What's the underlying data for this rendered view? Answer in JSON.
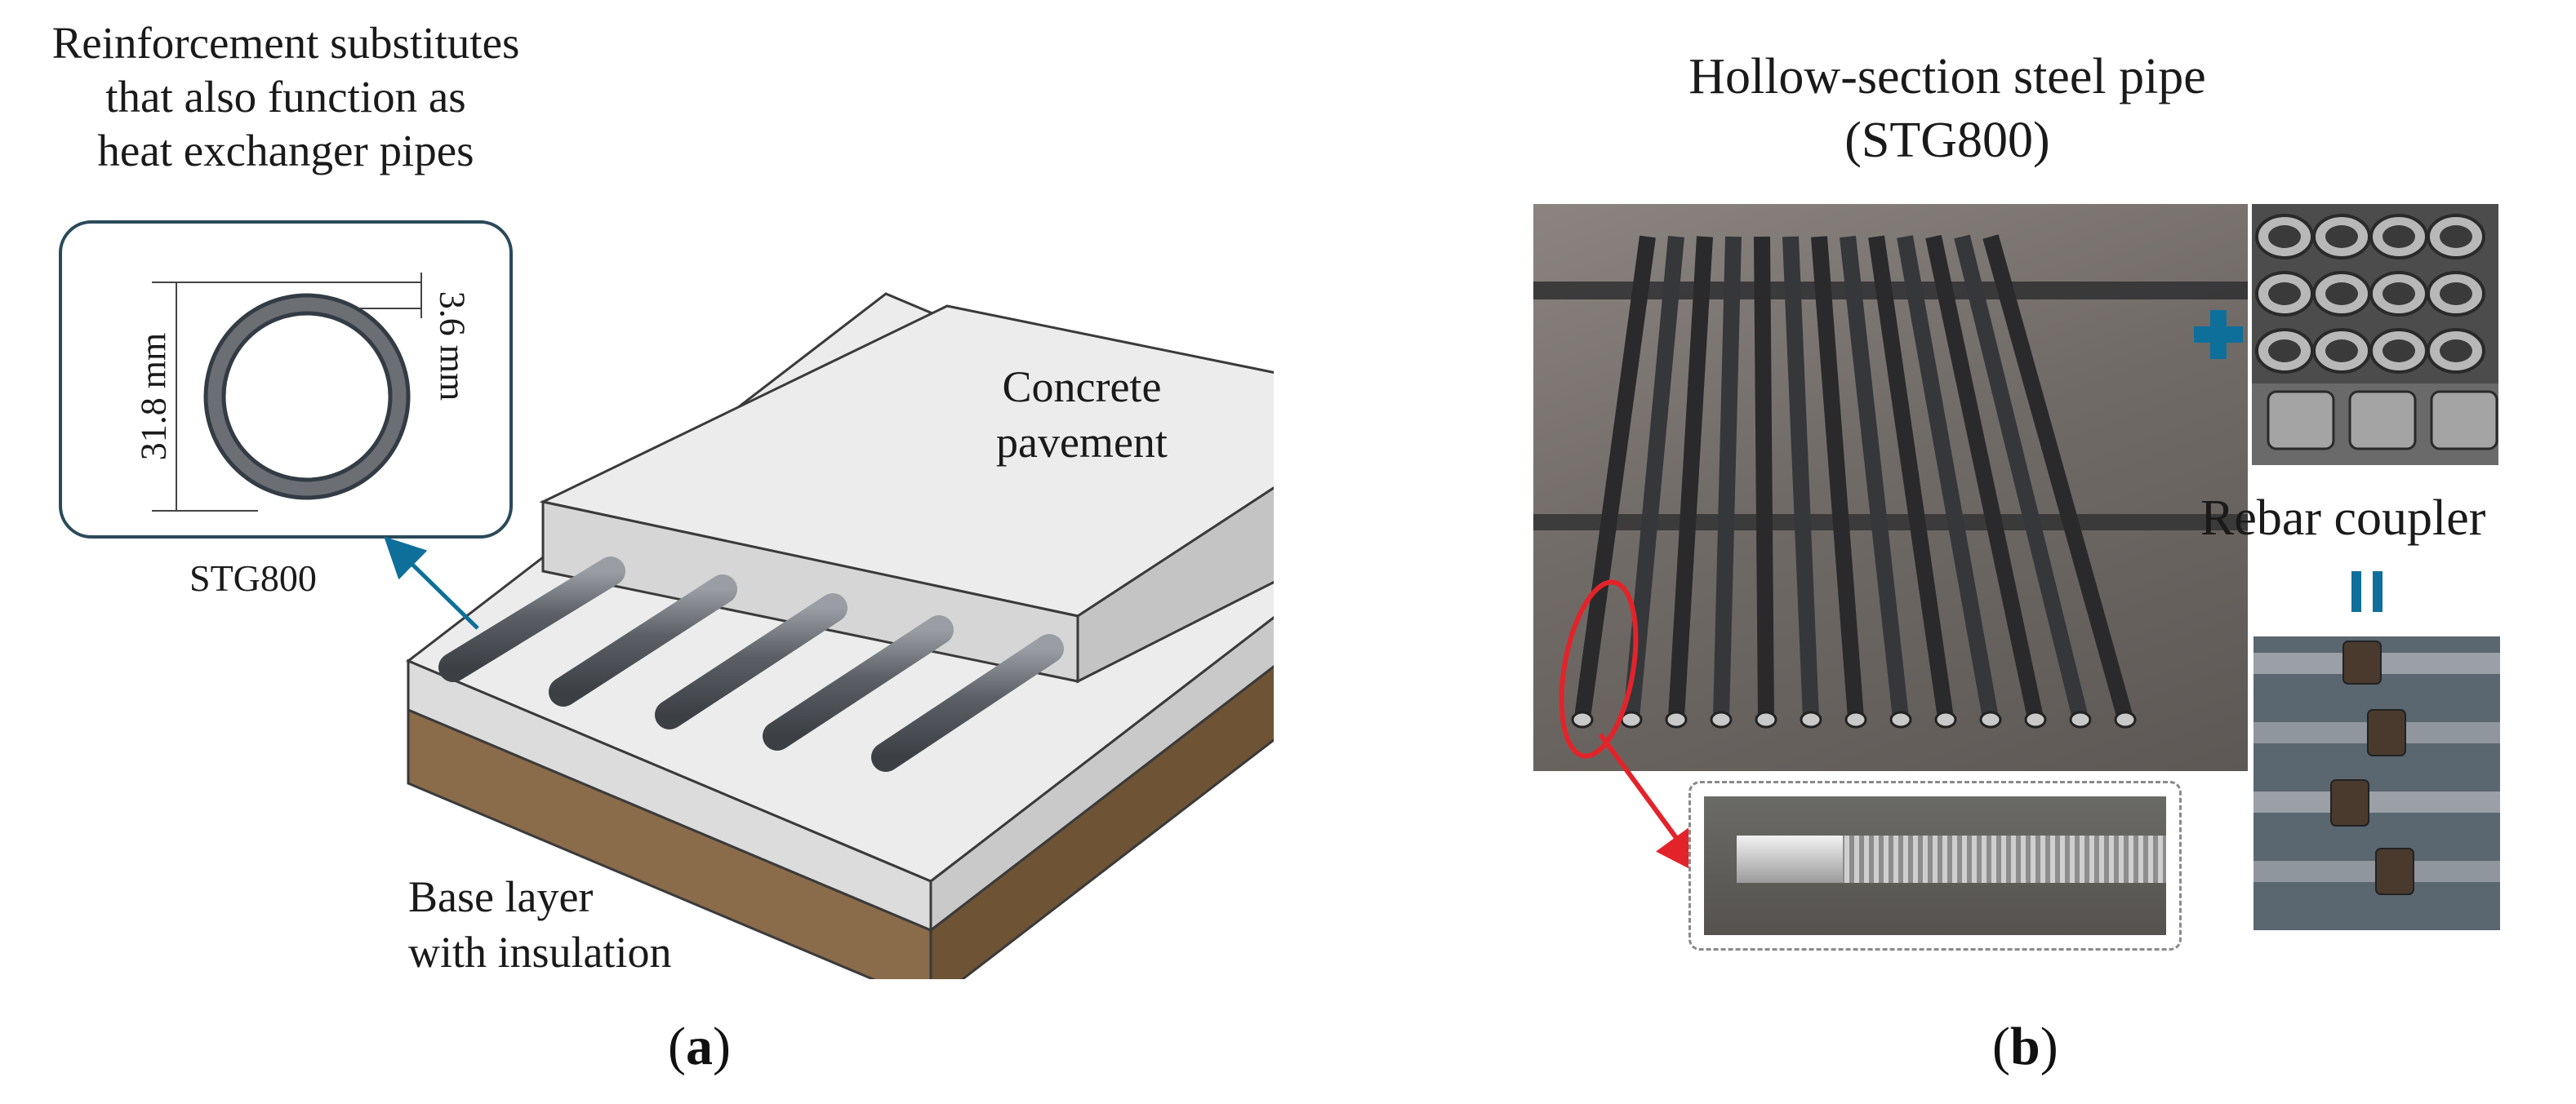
{
  "panel_a": {
    "caption_lines": [
      "Reinforcement substitutes",
      "that also function as",
      "heat exchanger pipes"
    ],
    "pipe_name": "STG800",
    "outer_diameter": "31.8 mm",
    "wall_thickness": "3.6 mm",
    "concrete_lines": [
      "Concrete",
      "pavement"
    ],
    "base_lines": [
      "Base layer",
      "with insulation"
    ],
    "letter": "a"
  },
  "panel_b": {
    "title_line1": "Hollow-section steel pipe",
    "title_line2": "(STG800)",
    "coupler_label": "Rebar coupler",
    "letter": "b"
  },
  "colors": {
    "accent_blue": "#0e6f9b",
    "highlight_red": "#e3232a",
    "pipe_gray": "#6b6e73",
    "concrete_top": "#e9e9e9",
    "soil_brown": "#8a6b4a"
  }
}
